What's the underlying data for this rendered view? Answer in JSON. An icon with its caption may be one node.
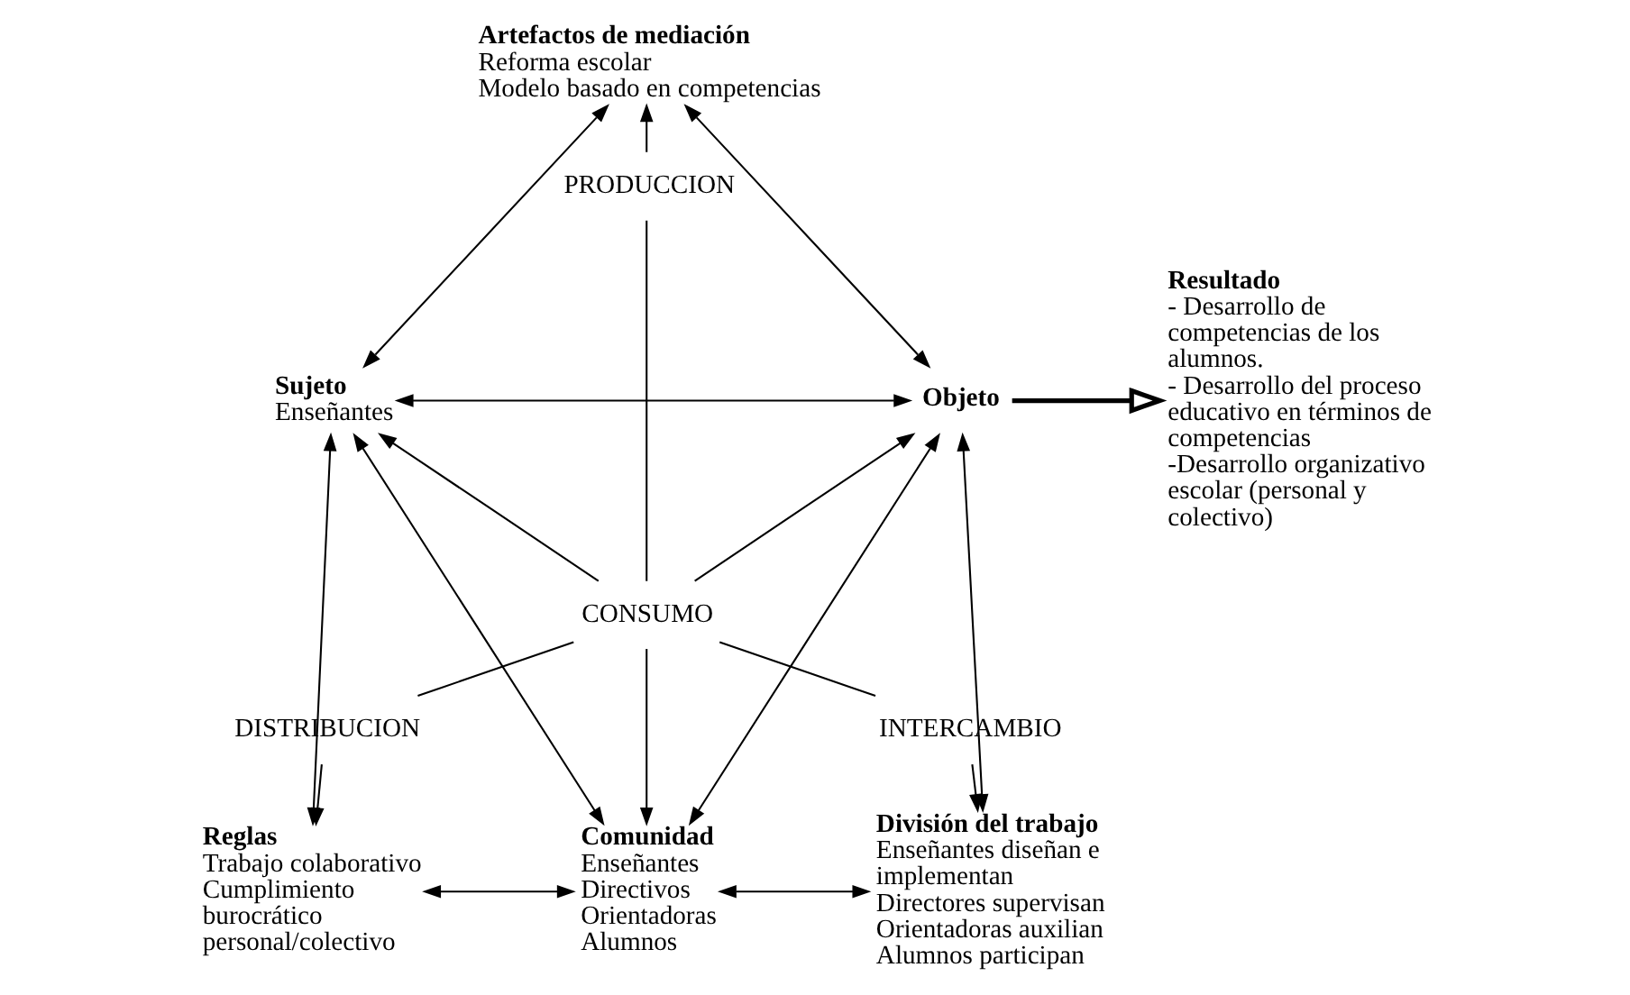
{
  "diagram": {
    "nodes": [
      {
        "text": [
          "Artefactos de mediación",
          "Reforma escolar",
          "Modelo basado en competencias"
        ]
      },
      {
        "text": [
          "Sujeto",
          "Enseñantes"
        ]
      },
      {
        "text": [
          "Objeto"
        ]
      },
      {
        "text": [
          "Resultado",
          "- Desarrollo de competencias de los alumnos.",
          "- Desarrollo del proceso educativo en términos de competencias",
          "-Desarrollo organizativo escolar (personal y colectivo)"
        ]
      },
      {
        "text": [
          "PRODUCCION"
        ]
      },
      {
        "text": [
          "CONSUMO"
        ]
      },
      {
        "text": [
          "DISTRIBUCION"
        ]
      },
      {
        "text": [
          "INTERCAMBIO"
        ]
      },
      {
        "text": [
          "Reglas",
          "Trabajo colaborativo",
          "Cumplimiento burocrático personal/colectivo"
        ]
      },
      {
        "text": [
          "Comunidad",
          "Enseñantes",
          "Directivos",
          "Orientadoras",
          "Alumnos"
        ]
      },
      {
        "text": [
          "División del trabajo",
          "Enseñantes diseñan e implementan",
          "Directores supervisan",
          "Orientadoras auxilian",
          "Alumnos participan"
        ]
      }
    ],
    "edges": [
      {
        "from": 0,
        "to": 1,
        "arrow": "both"
      },
      {
        "from": 0,
        "to": 2,
        "arrow": "both"
      },
      {
        "from": 1,
        "to": 2,
        "arrow": "both"
      },
      {
        "from": 2,
        "to": 3,
        "arrow": "to",
        "style": "thick"
      },
      {
        "from": 4,
        "to": 0,
        "arrow": "to"
      },
      {
        "from": 4,
        "to": 5,
        "arrow": "none"
      },
      {
        "from": 5,
        "to": 1,
        "arrow": "to"
      },
      {
        "from": 5,
        "to": 2,
        "arrow": "to"
      },
      {
        "from": 5,
        "to": 9,
        "arrow": "to"
      },
      {
        "from": 6,
        "to": 5,
        "arrow": "none"
      },
      {
        "from": 7,
        "to": 5,
        "arrow": "none"
      },
      {
        "from": 6,
        "to": 8,
        "arrow": "to"
      },
      {
        "from": 7,
        "to": 10,
        "arrow": "to"
      },
      {
        "from": 1,
        "to": 8,
        "arrow": "both"
      },
      {
        "from": 1,
        "to": 9,
        "arrow": "both"
      },
      {
        "from": 2,
        "to": 9,
        "arrow": "both"
      },
      {
        "from": 2,
        "to": 10,
        "arrow": "both"
      },
      {
        "from": 8,
        "to": 9,
        "arrow": "both"
      },
      {
        "from": 9,
        "to": 10,
        "arrow": "both"
      }
    ]
  }
}
